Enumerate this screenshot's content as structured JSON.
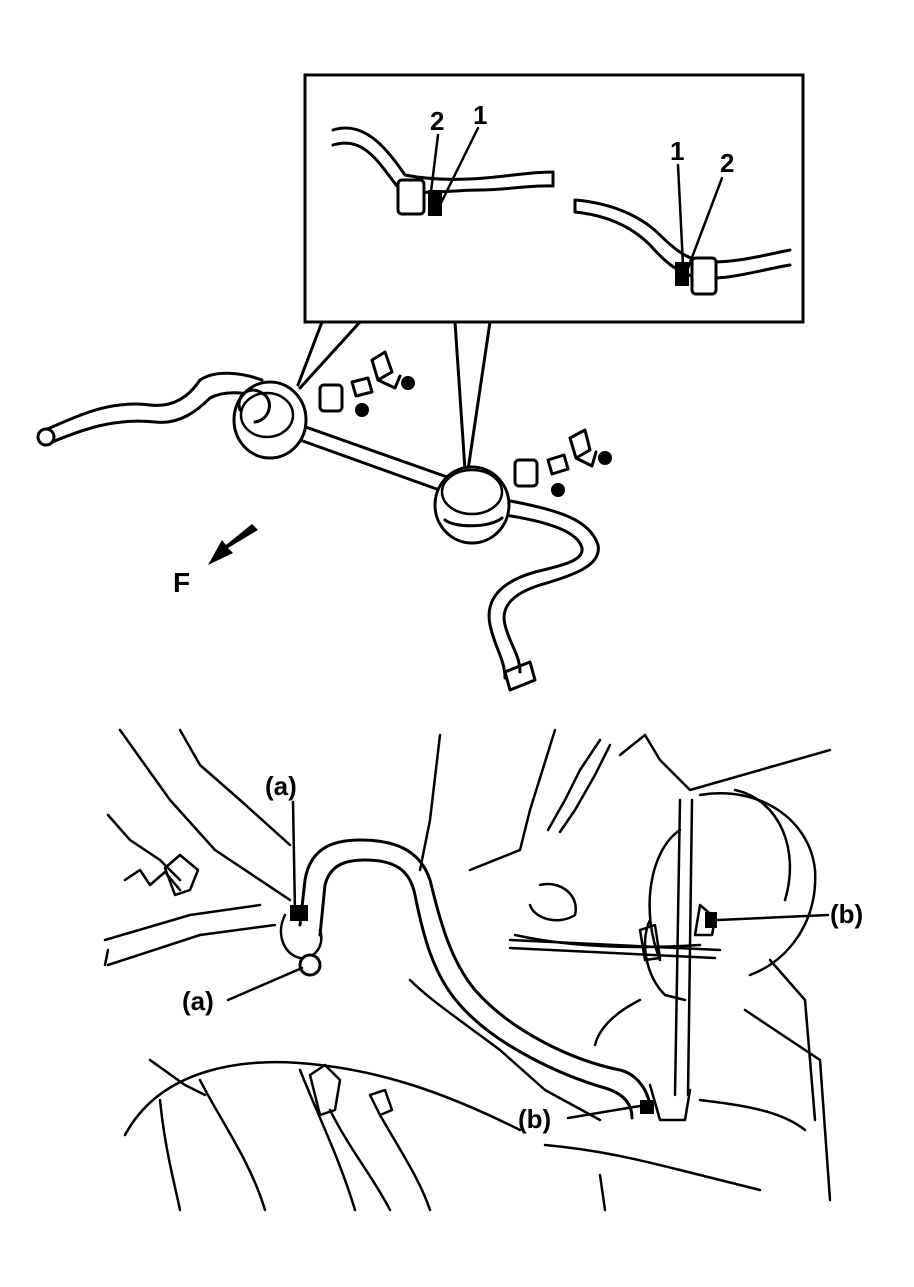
{
  "top_view": {
    "detail_left": {
      "label_2": "2",
      "label_1": "1"
    },
    "detail_right": {
      "label_1": "1",
      "label_2": "2"
    },
    "front_arrow_label": "F"
  },
  "bottom_view": {
    "callouts": {
      "a_upper": "(a)",
      "a_lower": "(a)",
      "b_upper": "(b)",
      "b_lower": "(b)"
    }
  }
}
